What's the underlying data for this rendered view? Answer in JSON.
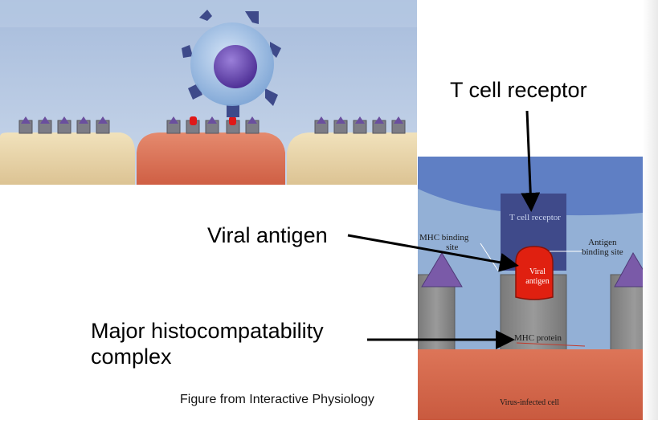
{
  "labels": {
    "t_cell_receptor": "T cell receptor",
    "viral_antigen": "Viral antigen",
    "mhc_line1": "Major histocompatability",
    "mhc_line2": "complex",
    "caption": "Figure from Interactive Physiology"
  },
  "inset_labels": {
    "t_cell_receptor": "T cell receptor",
    "mhc_binding_line1": "MHC binding",
    "mhc_binding_line2": "site",
    "antigen_binding_line1": "Antigen",
    "antigen_binding_line2": "binding site",
    "viral_line1": "Viral",
    "viral_line2": "antigen",
    "mhc_protein": "MHC protein",
    "virus_infected_cell": "Virus-infected cell"
  },
  "colors": {
    "background_blue": "#93b0d6",
    "tcell_body": "#5f7fc4",
    "receptor_dark": "#3f4a8a",
    "antigen_red": "#e02010",
    "infected_cell": "#d96a4e",
    "healthy_cell": "#e6cf9e",
    "mhc_grey": "#8a8a8a",
    "triangle_purple": "#7a5aa8"
  }
}
